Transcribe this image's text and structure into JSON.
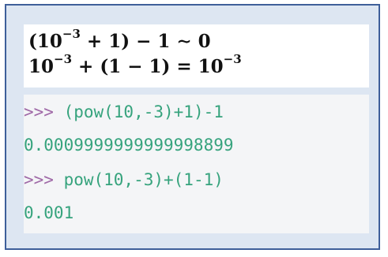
{
  "formulas": {
    "line1": {
      "base_before": "(10",
      "exponent": "−3",
      "after": " + 1) − 1 ∼ 0"
    },
    "line2": {
      "base_before": "10",
      "exponent": "−3",
      "middle": " + (1 − 1) = 10",
      "exponent2": "−3"
    }
  },
  "console": {
    "lines": [
      {
        "prompt": ">>> ",
        "text": "(pow(10,-3)+1)-1"
      },
      {
        "prompt": "",
        "text": "0.0009999999999998899"
      },
      {
        "prompt": ">>> ",
        "text": "pow(10,-3)+(1-1)"
      },
      {
        "prompt": "",
        "text": "0.001"
      }
    ]
  },
  "colors": {
    "frame_border": "#3e5f9a",
    "frame_background": "#dde6f2",
    "prompt": "#a06aa8",
    "code_text": "#36a37d"
  }
}
